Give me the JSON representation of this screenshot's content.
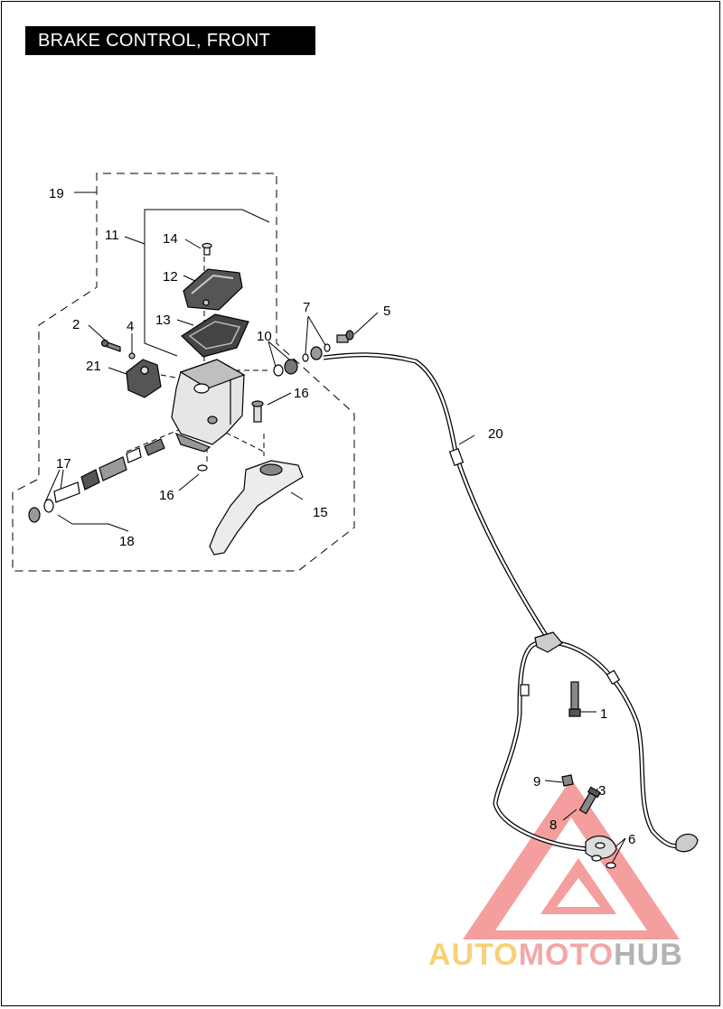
{
  "title": "BRAKE CONTROL, FRONT",
  "callouts": {
    "c1": "1",
    "c2": "2",
    "c3": "3",
    "c4": "4",
    "c5": "5",
    "c6": "6",
    "c7": "7",
    "c8": "8",
    "c9": "9",
    "c10": "10",
    "c11": "11",
    "c12": "12",
    "c13": "13",
    "c14": "14",
    "c15": "15",
    "c16a": "16",
    "c16b": "16",
    "c17": "17",
    "c18": "18",
    "c19": "19",
    "c20": "20",
    "c21": "21"
  },
  "watermark": {
    "part1": "AUTO",
    "part2": "MOTO",
    "part3": "HUB",
    "color1": "#f5c24a",
    "color2": "#f08a8a",
    "color3": "#9a9a9a"
  }
}
